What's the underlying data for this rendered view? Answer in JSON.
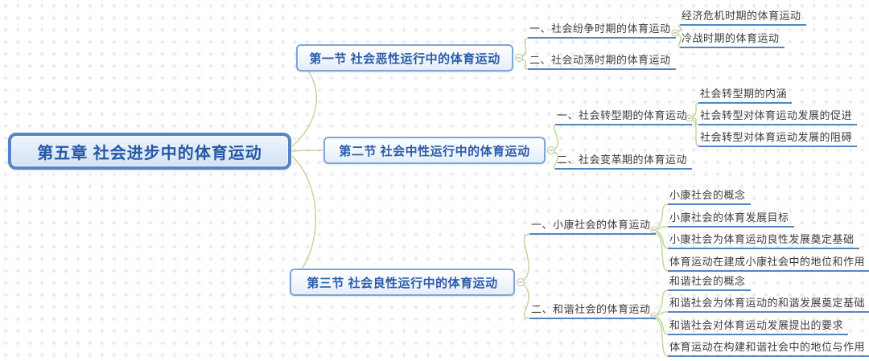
{
  "title": "第五章 社会进步中的体育运动",
  "mindmap": {
    "root": "第五章 社会进步中的体育运动",
    "sections": [
      {
        "label": "第一节 社会恶性运行中的体育运动",
        "topics": [
          {
            "label": "一、社会纷争时期的体育运动",
            "subtopics": [
              "经济危机时期的体育运动",
              "冷战时期的体育运动"
            ]
          },
          {
            "label": "二、社会动荡时期的体育运动",
            "subtopics": []
          }
        ]
      },
      {
        "label": "第二节 社会中性运行中的体育运动",
        "topics": [
          {
            "label": "一、社会转型期的体育运动",
            "subtopics": [
              "社会转型期的内涵",
              "社会转型对体育运动发展的促进",
              "社会转型对体育运动发展的阻碍"
            ]
          },
          {
            "label": "二、社会变革期的体育运动",
            "subtopics": []
          }
        ]
      },
      {
        "label": "第三节 社会良性运行中的体育运动",
        "topics": [
          {
            "label": "一、小康社会的体育运动",
            "subtopics": [
              "小康社会的概念",
              "小康社会的体育发展目标",
              "小康社会为体育运动良性发展奠定基础",
              "体育运动在建成小康社会中的地位和作用"
            ]
          },
          {
            "label": "二、和谐社会的体育运动",
            "subtopics": [
              "和谐社会的概念",
              "和谐社会为体育运动的和谐发展奠定基础",
              "和谐社会对体育运动发展提出的要求",
              "体育运动在构建和谐社会中的地位与作用"
            ]
          }
        ]
      }
    ]
  },
  "icons": {
    "collapse": "minus-circle"
  },
  "colors": {
    "connector": "#c3d69b",
    "underline": "#5585c0",
    "root_border": "#5585c2",
    "root_text": "#2458a6",
    "section_border": "#7ea6d8",
    "section_text": "#2b5ca8",
    "topic_text": "#3d3d3d",
    "background_pattern": "#e6e6ec"
  }
}
